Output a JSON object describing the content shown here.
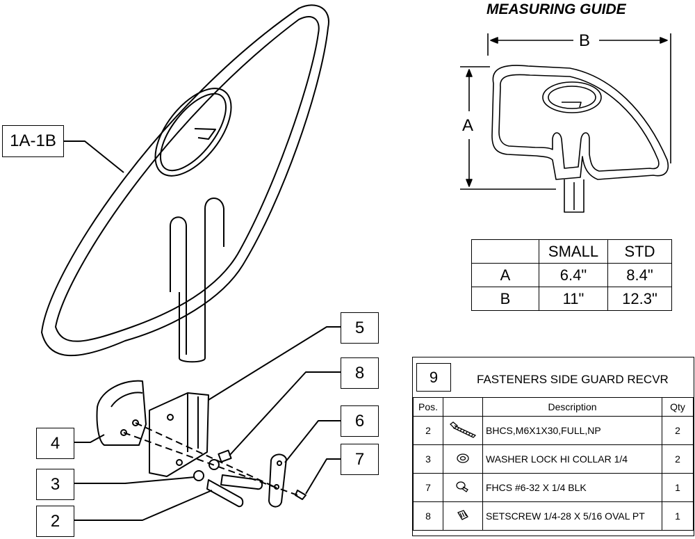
{
  "measuring_guide": {
    "title": "MEASURING GUIDE",
    "dim_a": "A",
    "dim_b": "B"
  },
  "size_table": {
    "headers": [
      "",
      "SMALL",
      "STD"
    ],
    "rows": [
      {
        "label": "A",
        "small": "6.4\"",
        "std": "8.4\""
      },
      {
        "label": "B",
        "small": "11\"",
        "std": "12.3\""
      }
    ]
  },
  "callouts": {
    "c1ab": "1A-1B",
    "c5": "5",
    "c8": "8",
    "c6": "6",
    "c7": "7",
    "c4": "4",
    "c3": "3",
    "c2": "2"
  },
  "parts_list": {
    "number": "9",
    "title": "FASTENERS SIDE GUARD RECVR",
    "headers": {
      "pos": "Pos.",
      "description": "Description",
      "qty": "Qty"
    },
    "rows": [
      {
        "pos": "2",
        "icon": "bolt-icon",
        "description": "BHCS,M6X1X30,FULL,NP",
        "qty": "2"
      },
      {
        "pos": "3",
        "icon": "washer-icon",
        "description": "WASHER LOCK HI COLLAR 1/4",
        "qty": "2"
      },
      {
        "pos": "7",
        "icon": "screw-icon",
        "description": "FHCS #6-32 X 1/4 BLK",
        "qty": "1"
      },
      {
        "pos": "8",
        "icon": "setscrew-icon",
        "description": "SETSCREW 1/4-28 X 5/16 OVAL PT",
        "qty": "1"
      }
    ]
  }
}
